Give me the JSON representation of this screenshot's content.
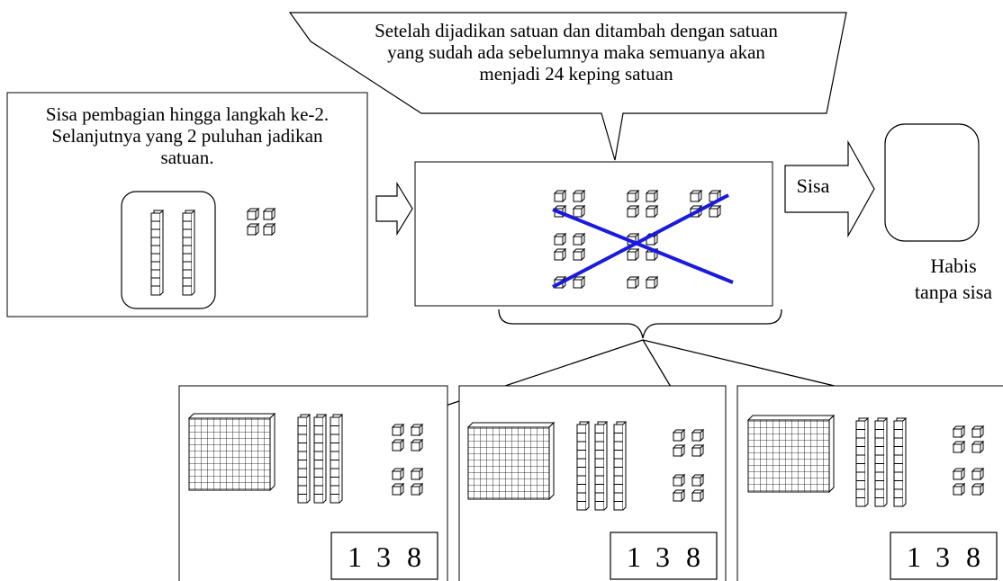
{
  "left_panel": {
    "text_lines": [
      "Sisa pembagian hingga langkah ke-2.",
      "Selanjutnya yang 2 puluhan jadikan",
      "satuan."
    ]
  },
  "callout": {
    "text_lines": [
      "Setelah dijadikan satuan dan ditambah dengan satuan",
      "yang sudah ada sebelumnya maka semuanya akan",
      "menjadi 24 keping satuan"
    ]
  },
  "arrow_sisa_label": "Sisa",
  "result": {
    "text_lines": [
      "Habis",
      "tanpa sisa"
    ]
  },
  "groups": [
    {
      "digits": [
        "1",
        "3",
        "8"
      ]
    },
    {
      "digits": [
        "1",
        "3",
        "8"
      ]
    },
    {
      "digits": [
        "1",
        "3",
        "8"
      ]
    }
  ],
  "colors": {
    "cross_line": "#1a1adf",
    "stroke": "#000000"
  }
}
